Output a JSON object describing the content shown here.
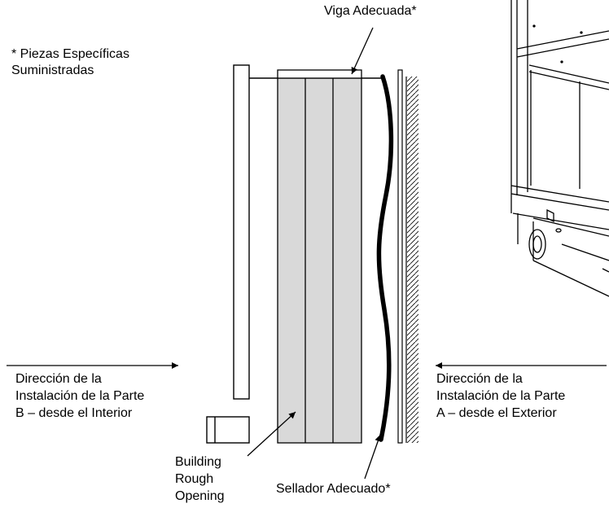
{
  "labels": {
    "beam": "Viga Adecuada*",
    "note_line1": "* Piezas Específicas",
    "note_line2": "Suministradas",
    "dir_b_line1": "Dirección de la",
    "dir_b_line2": "Instalación de la Parte",
    "dir_b_line3": "B – desde el Interior",
    "dir_a_line1": "Dirección de la",
    "dir_a_line2": "Instalación de la Parte",
    "dir_a_line3": "A – desde el Exterior",
    "opening_line1": "Building",
    "opening_line2": "Rough",
    "opening_line3": "Opening",
    "sealant": "Sellador Adecuado*"
  },
  "colors": {
    "stud_fill": "#d9d9d9",
    "line": "#000000",
    "background": "#ffffff"
  }
}
